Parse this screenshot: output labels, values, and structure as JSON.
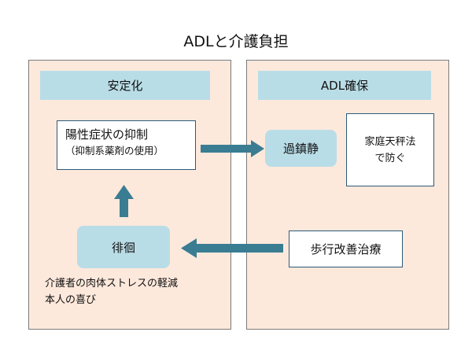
{
  "title": "ADLと介護負担",
  "left_panel": {
    "header": "安定化",
    "suppression_box": {
      "line1": "陽性症状の抑制",
      "line2": "（抑制系薬剤の使用）"
    },
    "wandering": "徘徊",
    "note_line1": "介護者の肉体ストレスの軽減",
    "note_line2": "本人の喜び"
  },
  "right_panel": {
    "header": "ADL確保",
    "oversedation": "過鎮静",
    "prevention_box": {
      "line1": "家庭天秤法",
      "line2": "で防ぐ"
    },
    "gait_therapy": "歩行改善治療"
  },
  "colors": {
    "panel_fill": "#fde9dc",
    "header_fill": "#b9dde7",
    "arrow": "#3a7d93",
    "box_border": "#2a5a7a"
  }
}
